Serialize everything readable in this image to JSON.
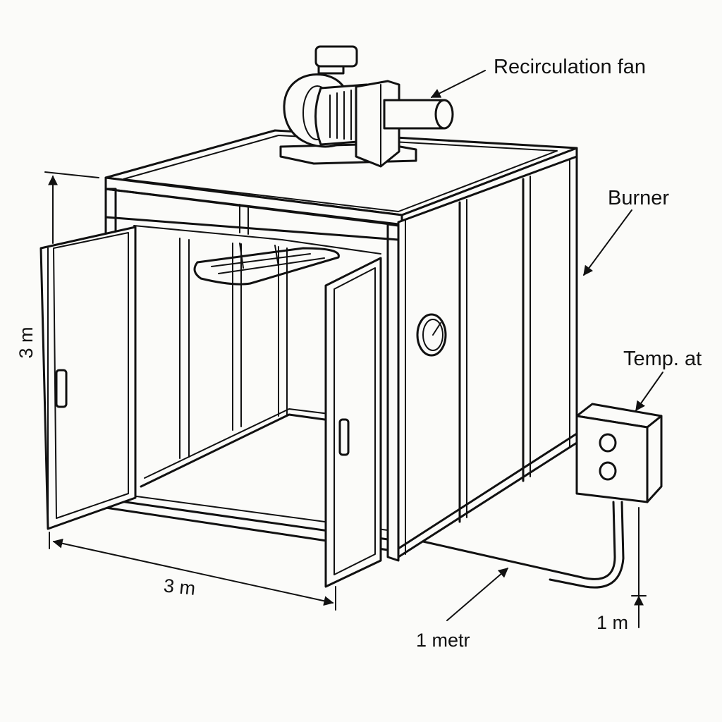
{
  "labels": {
    "fan": "Recirculation fan",
    "burner": "Burner",
    "temp": "Temp. at",
    "height": "3 m",
    "width": "3 m",
    "depth": "1 metr",
    "control_height": "1 m"
  },
  "colors": {
    "line": "#111111",
    "background": "#fbfbf9"
  }
}
